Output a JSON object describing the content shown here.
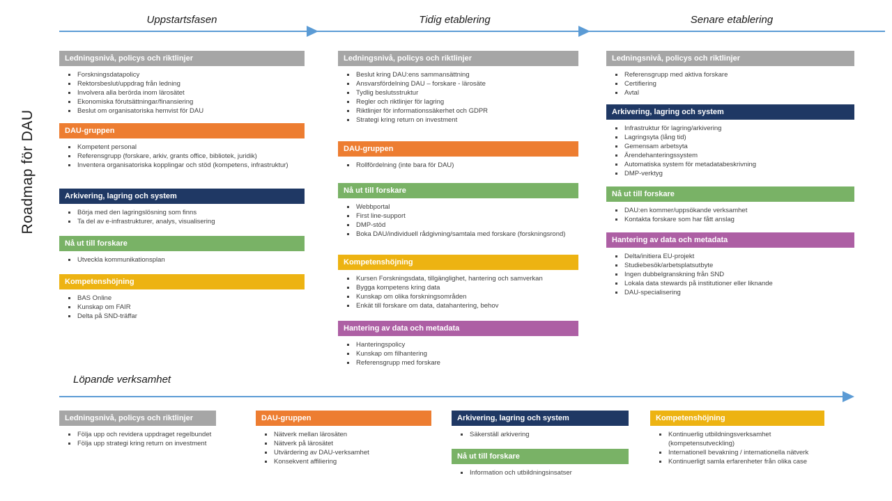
{
  "title": "Roadmap för DAU",
  "phases": {
    "p1": "Uppstartsfasen",
    "p2": "Tidig etablering",
    "p3": "Senare etablering",
    "bottom": "Löpande verksamhet"
  },
  "category_colors": {
    "ledningsniva": "#a6a6a6",
    "dau_gruppen": "#ed7d31",
    "arkivering": "#1f3864",
    "na_ut_till_forskare": "#79b266",
    "kompetenshojning": "#edb312",
    "hantering_metadata": "#ad5fa4",
    "timeline_arrow": "#5b9bd5"
  },
  "col1": {
    "s1": {
      "title": "Ledningsnivå, policys och riktlinjer",
      "items": [
        "Forskningsdatapolicy",
        "Rektorsbeslut/uppdrag från ledning",
        "Involvera alla berörda inom lärosätet",
        "Ekonomiska förutsättningar/finansiering",
        "Beslut om organisatoriska hemvist för DAU"
      ]
    },
    "s2": {
      "title": "DAU-gruppen",
      "items": [
        "Kompetent personal",
        "Referensgrupp (forskare, arkiv, grants office, bibliotek, juridik)",
        "Inventera organisatoriska kopplingar och stöd (kompetens, infrastruktur)"
      ]
    },
    "s3": {
      "title": "Arkivering, lagring och system",
      "items": [
        "Börja med den lagringslösning som finns",
        "Ta del av e-infrastrukturer, analys, visualisering"
      ]
    },
    "s4": {
      "title": "Nå ut till forskare",
      "items": [
        "Utveckla kommunikationsplan"
      ]
    },
    "s5": {
      "title": "Kompetenshöjning",
      "items": [
        "BAS Online",
        "Kunskap om FAIR",
        "Delta på SND-träffar"
      ]
    }
  },
  "col2": {
    "s1": {
      "title": "Ledningsnivå, policys och riktlinjer",
      "items": [
        "Beslut kring DAU:ens sammansättning",
        "Ansvarsfördelning DAU – forskare - lärosäte",
        "Tydlig beslutsstruktur",
        "Regler och riktlinjer för lagring",
        "Riktlinjer för informationssäkerhet och GDPR",
        "Strategi kring return on investment"
      ]
    },
    "s2": {
      "title": "DAU-gruppen",
      "items": [
        "Rollfördelning (inte bara för DAU)"
      ]
    },
    "s3": {
      "title": "Nå ut till forskare",
      "items": [
        "Webbportal",
        "First line-support",
        "DMP-stöd",
        "Boka DAU/individuell rådgivning/samtala med forskare (forskningsrond)"
      ]
    },
    "s4": {
      "title": "Kompetenshöjning",
      "items": [
        "Kursen Forskningsdata, tillgänglighet, hantering och samverkan",
        "Bygga kompetens kring data",
        "Kunskap om olika forskningsområden",
        "Enkät till forskare om data, datahantering, behov"
      ]
    },
    "s5": {
      "title": "Hantering av data och metadata",
      "items": [
        "Hanteringspolicy",
        "Kunskap om filhantering",
        "Referensgrupp med forskare"
      ]
    }
  },
  "col3": {
    "s1": {
      "title": "Ledningsnivå, policys och riktlinjer",
      "items": [
        "Referensgrupp med aktiva forskare",
        "Certifiering",
        "Avtal"
      ]
    },
    "s2": {
      "title": "Arkivering, lagring och system",
      "items": [
        "Infrastruktur för lagring/arkivering",
        "Lagringsyta (lång tid)",
        "Gemensam arbetsyta",
        "Ärendehanteringssystem",
        "Automatiska system för metadatabeskrivning",
        "DMP-verktyg"
      ]
    },
    "s3": {
      "title": "Nå ut till forskare",
      "items": [
        "DAU:en kommer/uppsökande verksamhet",
        "Kontakta forskare som har fått anslag"
      ]
    },
    "s4": {
      "title": "Hantering av data och metadata",
      "items": [
        "Delta/initiera EU-projekt",
        "Studiebesök/arbetsplatsutbyte",
        "Ingen dubbelgranskning från SND",
        "Lokala data stewards på institutioner eller liknande",
        "DAU-specialisering"
      ]
    }
  },
  "bottom": {
    "b1": {
      "title": "Ledningsnivå, policys och riktlinjer",
      "items": [
        "Följa upp och revidera uppdraget regelbundet",
        "Följa upp strategi kring return on investment"
      ]
    },
    "b2": {
      "title": "DAU-gruppen",
      "items": [
        "Nätverk mellan lärosäten",
        "Nätverk på lärosätet",
        "Utvärdering av DAU-verksamhet",
        "Konsekvent affiliering"
      ]
    },
    "b3a": {
      "title": "Arkivering, lagring och system",
      "items": [
        "Säkerställ arkivering"
      ]
    },
    "b3b": {
      "title": "Nå ut till forskare",
      "items": [
        "Information och utbildningsinsatser"
      ]
    },
    "b4": {
      "title": "Kompetenshöjning",
      "items": [
        "Kontinuerlig utbildningsverksamhet (kompetensutveckling)",
        "Internationell bevakning / internationella nätverk",
        "Kontinuerligt samla erfarenheter från olika case"
      ]
    }
  }
}
